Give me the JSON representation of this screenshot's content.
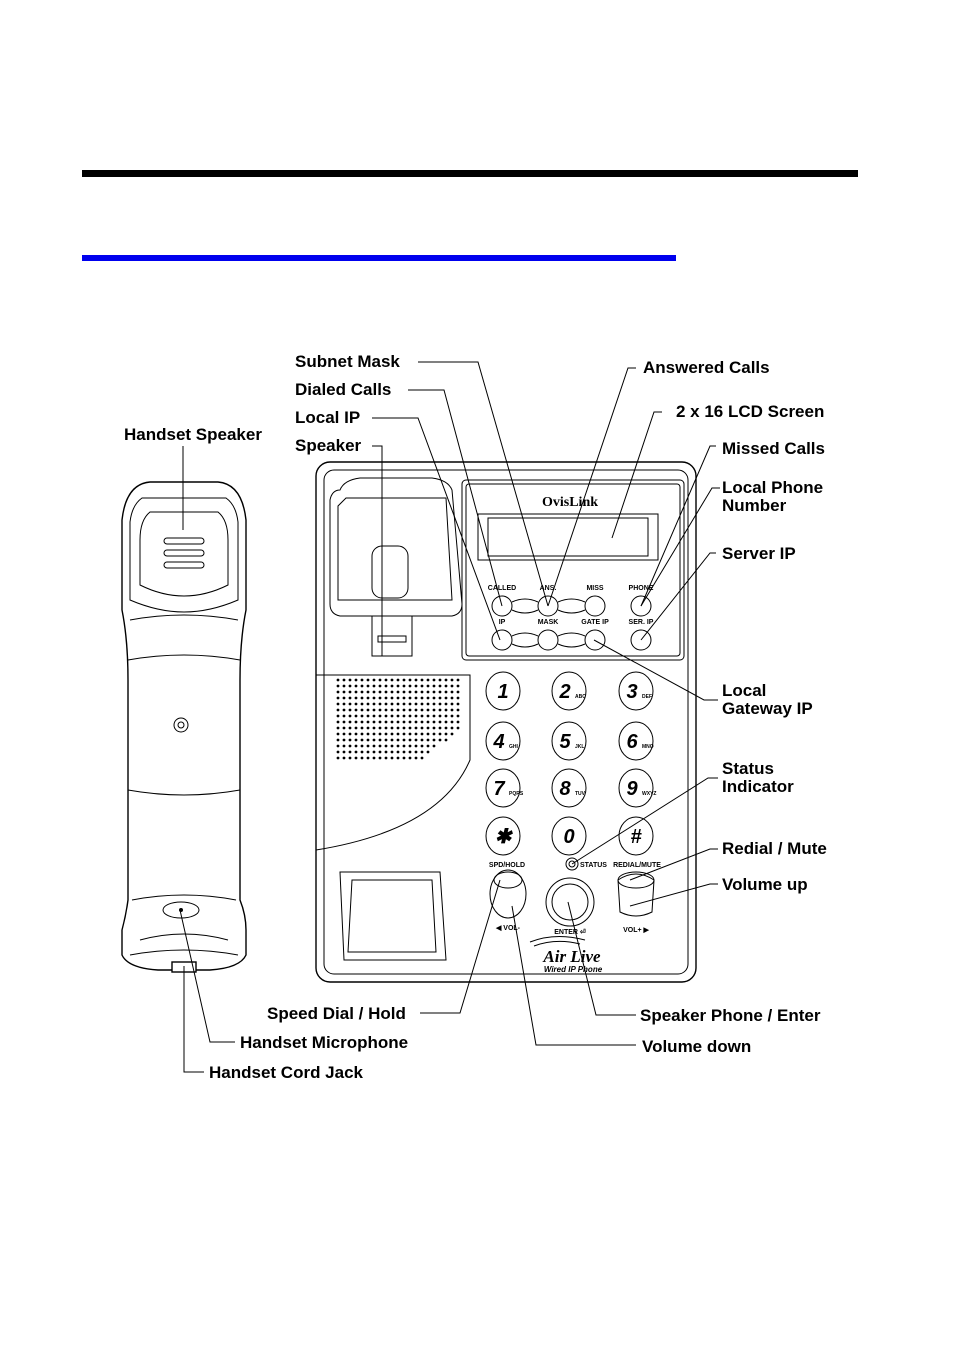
{
  "diagram": {
    "labels": {
      "subnet_mask": "Subnet Mask",
      "dialed_calls": "Dialed Calls",
      "local_ip": "Local IP",
      "speaker": "Speaker",
      "handset_speaker": "Handset Speaker",
      "answered_calls": "Answered Calls",
      "lcd_screen": "2 x 16 LCD Screen",
      "missed_calls": "Missed Calls",
      "local_phone_number_1": "Local Phone",
      "local_phone_number_2": "Number",
      "server_ip": "Server IP",
      "local_gateway_ip_1": "Local",
      "local_gateway_ip_2": "Gateway IP",
      "status_indicator_1": "Status",
      "status_indicator_2": "Indicator",
      "redial_mute": "Redial / Mute",
      "volume_up": "Volume up",
      "speed_dial_hold": "Speed Dial / Hold",
      "handset_microphone": "Handset Microphone",
      "handset_cord_jack": "Handset Cord Jack",
      "speaker_phone_enter": "Speaker Phone / Enter",
      "volume_down": "Volume down"
    },
    "phone": {
      "brand": "OvisLink",
      "logo": "Air Live",
      "logo_sub": "Wired IP Phone",
      "function_buttons_row1": [
        "CALLED",
        "ANS.",
        "MISS",
        "PHONE"
      ],
      "function_buttons_row2": [
        "IP",
        "MASK",
        "GATE IP",
        "SER. IP"
      ],
      "keypad": [
        {
          "digit": "1",
          "letters": ""
        },
        {
          "digit": "2",
          "letters": "ABC"
        },
        {
          "digit": "3",
          "letters": "DEF"
        },
        {
          "digit": "4",
          "letters": "GHI"
        },
        {
          "digit": "5",
          "letters": "JKL"
        },
        {
          "digit": "6",
          "letters": "MNO"
        },
        {
          "digit": "7",
          "letters": "PQRS"
        },
        {
          "digit": "8",
          "letters": "TUV"
        },
        {
          "digit": "9",
          "letters": "WXYZ"
        },
        {
          "digit": "✱",
          "letters": ""
        },
        {
          "digit": "0",
          "letters": ""
        },
        {
          "digit": "#",
          "letters": ""
        }
      ],
      "spd_hold": "SPD/HOLD",
      "status": "STATUS",
      "redial_mute": "REDIAL/MUTE",
      "vol_down": "◀ VOL-",
      "enter": "ENTER ⏎",
      "vol_up": "VOL+ ▶"
    }
  }
}
